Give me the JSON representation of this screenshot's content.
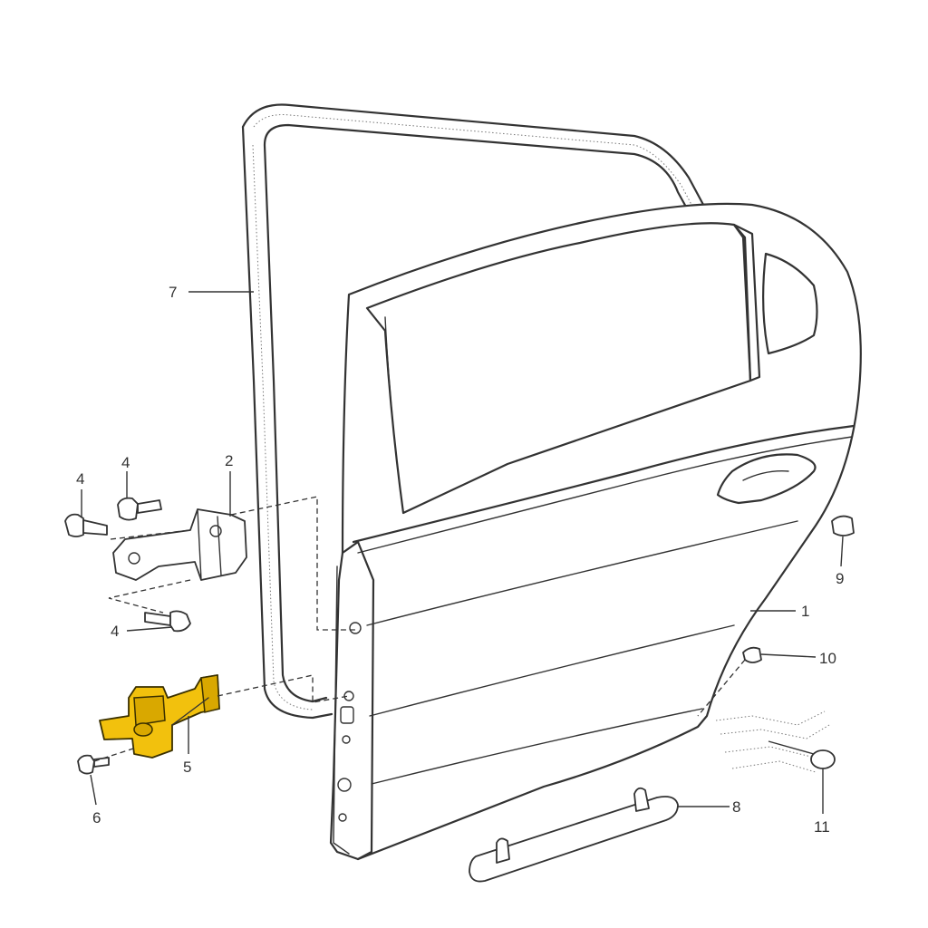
{
  "diagram": {
    "callouts": {
      "c1": "1",
      "c2": "2",
      "c4a": "4",
      "c4b": "4",
      "c4c": "4",
      "c5": "5",
      "c6": "6",
      "c7": "7",
      "c8": "8",
      "c9": "9",
      "c10": "10",
      "c11": "11"
    },
    "colors": {
      "highlight": "#f2c10d",
      "line": "#333333",
      "background": "#ffffff"
    }
  }
}
